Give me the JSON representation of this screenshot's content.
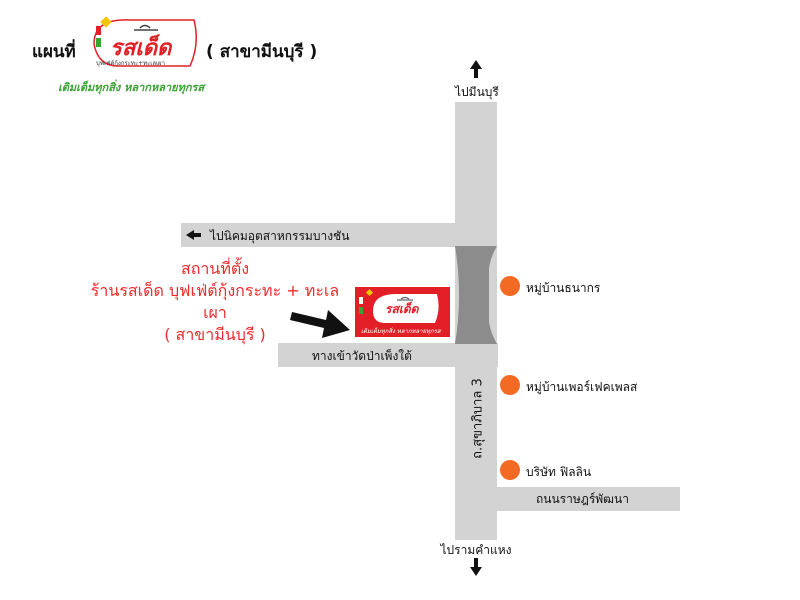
{
  "header": {
    "map_word": "แผนที่",
    "branch": "( สาขามีนบุรี )",
    "logo_text": "รสเด็ด",
    "logo_subtext": "บุฟเฟ่ต์กุ้งกระทะ+ทะเลเผา",
    "slogan": "เติมเต็มทุกสิ่ง หลากหลายทุกรส"
  },
  "map": {
    "north_label": "ไปมีนบุรี",
    "south_label": "ไปรามคำแหง",
    "west_road_label": "ไปนิคมอุตสาหกรรมบางชัน",
    "temple_road_label": "ทางเข้าวัดป่าเพ็งใต้",
    "main_road_label": "ถ.สุขาภิบาล 3",
    "east_road_label": "ถนนราษฎร์พัฒนา",
    "landmarks": [
      {
        "label": "หมู่บ้านธนากร"
      },
      {
        "label": "หมู่บ้านเพอร์เฟคเพลส"
      },
      {
        "label": "บริษัท ฟิลลิน"
      }
    ],
    "location": {
      "heading": "สถานที่ตั้ง",
      "line1": "ร้านรสเด็ด บุฟเฟ่ต์กุ้งกระทะ + ทะเลเผา",
      "line2": "( สาขามีนบุรี )"
    },
    "colors": {
      "road": "#d3d3d3",
      "curve": "#8c8c8c",
      "landmark": "#f26a24",
      "brand": "#e21f26"
    }
  }
}
